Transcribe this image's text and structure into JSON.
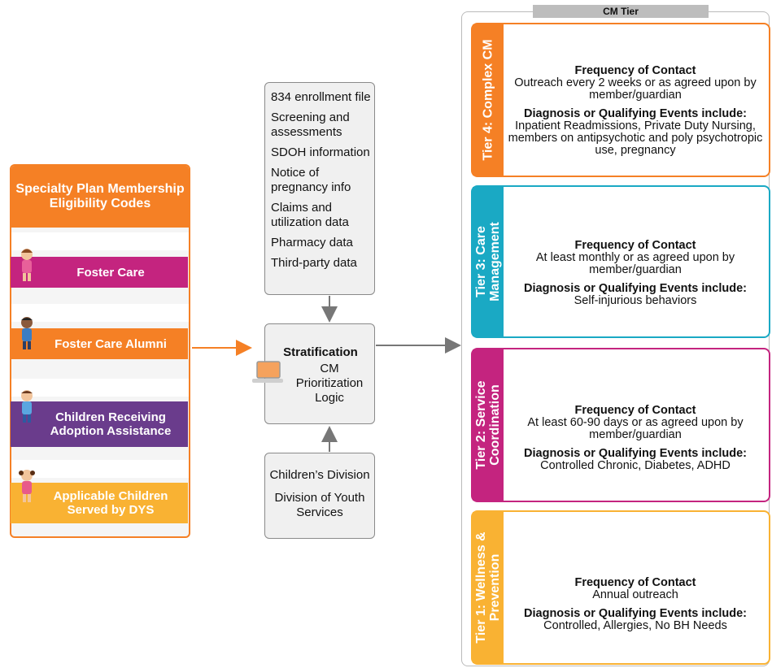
{
  "eligibility": {
    "title": "Specialty Plan Membership Eligibility Codes",
    "items": [
      {
        "label": "Foster Care",
        "color": "#c4247f"
      },
      {
        "label": "Foster Care Alumni",
        "color": "#f58025"
      },
      {
        "label": "Children Receiving Adoption Assistance",
        "color": "#6a3c8c"
      },
      {
        "label": "Applicable Children Served by DYS",
        "color": "#f9b233"
      }
    ]
  },
  "sources": [
    "834 enrollment file",
    "Screening and assessments",
    "SDOH information",
    "Notice of pregnancy info",
    "Claims and utilization data",
    "Pharmacy data",
    "Third-party data"
  ],
  "stratification": {
    "title": "Stratification",
    "subtitle": "CM Prioritization Logic"
  },
  "divisions": [
    "Children’s Division",
    "Division of Youth Services"
  ],
  "tier_header": "CM Tier",
  "tiers": [
    {
      "name": "Tier 4: Complex CM",
      "color": "#f58025",
      "freq_heading": "Frequency of Contact",
      "freq_text": "Outreach every 2 weeks or as agreed upon by member/guardian",
      "dx_heading": "Diagnosis or Qualifying Events include:",
      "dx_text": "Inpatient Readmissions, Private Duty Nursing, members on antipsychotic and poly psychotropic use, pregnancy"
    },
    {
      "name": "Tier 3: Care Management",
      "color": "#1aa9c4",
      "freq_heading": "Frequency of Contact",
      "freq_text": "At least monthly or as agreed upon by member/guardian",
      "dx_heading": "Diagnosis or Qualifying Events include:",
      "dx_text": "Self-injurious behaviors"
    },
    {
      "name": "Tier 2: Service Coordination",
      "color": "#c4247f",
      "freq_heading": "Frequency of Contact",
      "freq_text": "At least 60-90 days or as agreed upon by member/guardian",
      "dx_heading": "Diagnosis or Qualifying Events include:",
      "dx_text": "Controlled Chronic, Diabetes, ADHD"
    },
    {
      "name": "Tier 1: Wellness & Prevention",
      "color": "#f9b233",
      "freq_heading": "Frequency of Contact",
      "freq_text": "Annual outreach",
      "dx_heading": "Diagnosis or Qualifying Events include:",
      "dx_text": "Controlled, Allergies, No BH Needs"
    }
  ],
  "icons": [
    "child-icon",
    "laptop-icon",
    "arrow-icon"
  ]
}
